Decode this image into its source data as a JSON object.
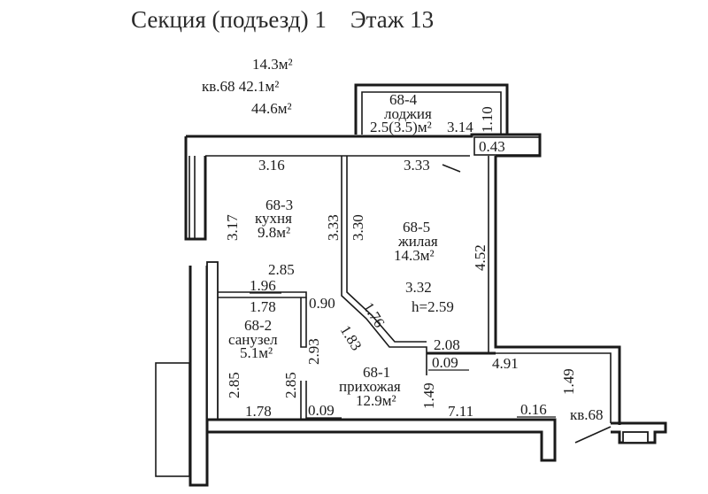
{
  "title": "Секция (подъезд) 1    Этаж 13",
  "summary": {
    "living_area": "14.3м²",
    "apartment": "кв.68 42.1м²",
    "total_area": "44.6м²"
  },
  "rooms": {
    "loggia": {
      "id": "68-4",
      "name": "лоджия",
      "area": "2.5(3.5)м²"
    },
    "kitchen": {
      "id": "68-3",
      "name": "кухня",
      "area": "9.8м²"
    },
    "living": {
      "id": "68-5",
      "name": "жилая",
      "area": "14.3м²",
      "height": "h=2.59"
    },
    "bathroom": {
      "id": "68-2",
      "name": "санузел",
      "area": "5.1м²"
    },
    "hallway": {
      "id": "68-1",
      "name": "прихожая",
      "area": "12.9м²"
    }
  },
  "dimensions": {
    "loggia_side": "1.10",
    "loggia_width": "3.14",
    "loggia_step": "0.43",
    "kitchen_top": "3.16",
    "living_top": "3.33",
    "kitchen_side": "3.17",
    "partition_left": "3.33",
    "partition_right": "3.30",
    "living_side": "4.52",
    "kitchen_bottom": "2.85",
    "bath_top_outer": "1.96",
    "bath_top_inner": "1.78",
    "passage": "0.90",
    "living_mid": "3.32",
    "diag_outer": "1.76",
    "diag_inner": "1.83",
    "hall_step": "2.08",
    "hall_nib": "0.09",
    "hall_right": "4.91",
    "bath_side": "2.93",
    "bath_left": "2.85",
    "bath_right": "2.85",
    "hall_left_side": "1.49",
    "hall_right_side": "1.49",
    "bath_bottom": "1.78",
    "bath_nib": "0.09",
    "hall_bottom": "7.11",
    "entry_nib": "0.16",
    "entry_label": "кв.68"
  }
}
